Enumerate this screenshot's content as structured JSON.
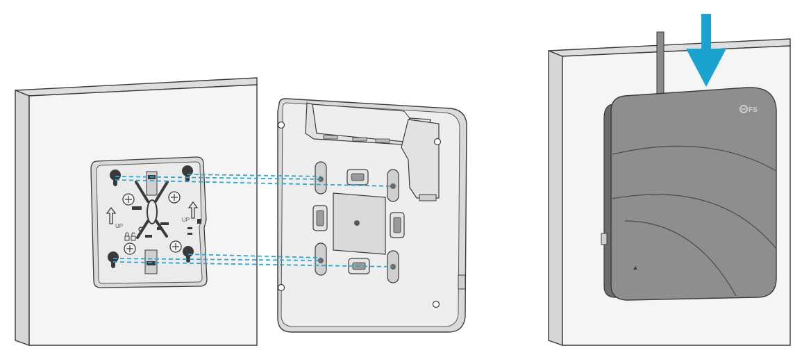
{
  "figure": {
    "step1": {
      "plate_up_label_left": "UP",
      "plate_up_label_right": "UP"
    },
    "step2": {
      "brand_logo_text": "FS"
    },
    "colors": {
      "wall_face": "#f4f4f4",
      "wall_side": "#d9d9d9",
      "line": "#3a3a3a",
      "plate": "#e9e9e9",
      "device_back": "#ececec",
      "device_front": "#8a8a8a",
      "guide_dash": "#2aa7cf",
      "arrow": "#1aa3cf"
    },
    "icons": {
      "guide_lines": "dashed-alignment-lines",
      "down_arrow": "push-down-arrow"
    }
  }
}
